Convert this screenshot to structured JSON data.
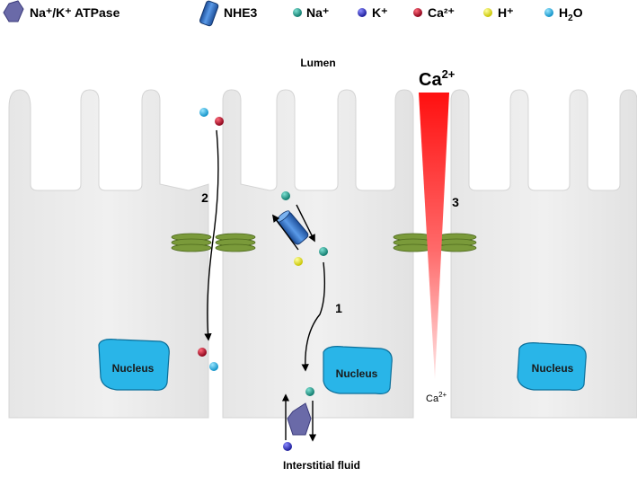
{
  "legend": {
    "atpase": "Na⁺/K⁺ ATPase",
    "nhe3": "NHE3",
    "na": "Na⁺",
    "k": "K⁺",
    "ca": "Ca²⁺",
    "h": "H⁺",
    "h2o_main": "H",
    "h2o_sub": "2",
    "h2o_tail": "O"
  },
  "labels": {
    "lumen": "Lumen",
    "interstitial": "Interstitial fluid",
    "nucleus": "Nucleus",
    "path1": "1",
    "path2": "2",
    "path3": "3",
    "ca_top_main": "Ca",
    "ca_top_sup": "2+",
    "ca_bottom_main": "Ca",
    "ca_bottom_sup": "2+"
  },
  "colors": {
    "na": "#1a9a8a",
    "k": "#3a3ac8",
    "ca": "#b0102a",
    "h": "#f0ee10",
    "h2o": "#29b5e8",
    "nucleus": "#29b5e8",
    "atpase": "#6a6aa8",
    "nhe3": "#3a78c8",
    "junction": "#7a9a3a",
    "gradient_top": "#ff1a1a"
  },
  "icons": {
    "atpase": "hexagon-icon",
    "nhe3": "cylinder-icon"
  }
}
